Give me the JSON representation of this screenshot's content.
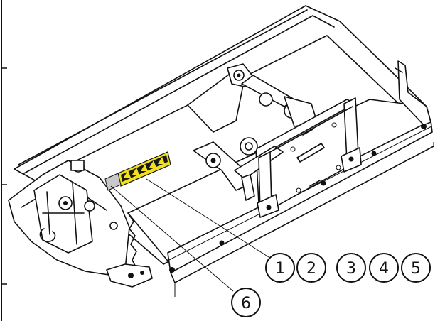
{
  "callouts": [
    {
      "label": "1"
    },
    {
      "label": "2"
    },
    {
      "label": "3"
    },
    {
      "label": "4"
    },
    {
      "label": "5"
    },
    {
      "label": "6"
    }
  ],
  "colors": {
    "ink": "#111111",
    "background": "#ffffff",
    "decal_yellow": "#f2e11b",
    "decal_dark": "#1a1a1a",
    "plate_grey": "#c8c8c8"
  }
}
